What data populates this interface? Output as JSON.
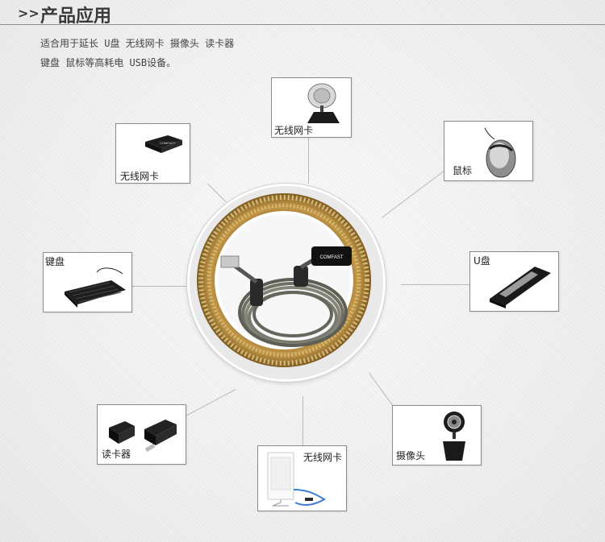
{
  "header": {
    "arrows": ">>",
    "title": "产品应用"
  },
  "description": {
    "line1": "适合用于延长 U盘 无线网卡 摄像头 读卡器",
    "line2": "键盘 鼠标等高耗电 USB设备。"
  },
  "center": {
    "brand": "COMFAST"
  },
  "devices": {
    "wifi_top": "无线网卡",
    "wifi_mini": "无线网卡",
    "mouse": "鼠标",
    "keyboard": "键盘",
    "udisk": "U盘",
    "card_reader": "读卡器",
    "wifi_panel": "无线网卡",
    "webcam": "摄像头"
  },
  "colors": {
    "ring_gold": "#b58a3c",
    "line": "#b9b9b9",
    "border": "#8a8a8a"
  }
}
